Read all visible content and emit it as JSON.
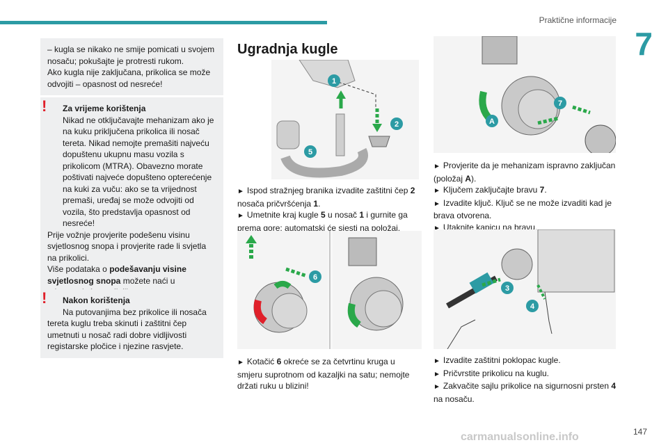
{
  "header": {
    "section_title": "Praktične informacije",
    "chapter_number": "7"
  },
  "left_column": {
    "box1": {
      "line1": "– kugla se nikako ne smije pomicati u svojem nosaču; pokušajte je protresti rukom.",
      "line2": "Ako kugla nije zaključana, prikolica se može odvojiti – opasnost od nesreće!"
    },
    "box2": {
      "title": "Za vrijeme korištenja",
      "body1": "Nikad ne otključavajte mehanizam ako je na kuku priključena prikolica ili nosač tereta. Nikad nemojte premašiti najveću dopuštenu ukupnu masu vozila s prikolicom (MTRA). Obavezno morate poštivati najveće dopušteno opterećenje na kuki za vuču: ako se ta vrijednost premaši, uređaj se može odvojiti od vozila, što predstavlja opasnost od nesreće!",
      "body2": "Prije vožnje provjerite podešenu visinu svjetlosnog snopa i provjerite rade li svjetla na prikolici.",
      "body3_pre": "Više podataka o ",
      "body3_bold": "podešavanju visine svjetlosnog snopa",
      "body3_post": " možete naći u odgovarajućem odjeljku."
    },
    "box3": {
      "title": "Nakon korištenja",
      "body": "Na putovanjima bez prikolice ili nosača tereta kuglu treba skinuti i zaštitni čep umetnuti u nosač radi dobre vidljivosti registarske pločice i njezine rasvjete."
    }
  },
  "middle_column": {
    "heading": "Ugradnja kugle",
    "callouts_top": [
      "1",
      "2",
      "5"
    ],
    "para1": {
      "b1_pre": "Ispod stražnjeg branika izvadite zaštitni čep ",
      "b1_bold": "2",
      "b1_post": " nosača pričvršćenja ",
      "b1_bold2": "1",
      "b1_end": ".",
      "b2_pre": "Umetnite kraj kugle ",
      "b2_bold": "5",
      "b2_mid": " u nosač ",
      "b2_bold2": "1",
      "b2_post": " i gurnite ga prema gore; automatski će sjesti na položaj."
    },
    "callout_6": "6",
    "para2": {
      "pre": "Kotačić ",
      "bold": "6",
      "post": " okreće se za četvrtinu kruga u smjeru suprotnom od kazaljki na satu; nemojte držati ruku u blizini!"
    }
  },
  "right_column": {
    "callouts_top": [
      "7",
      "A"
    ],
    "para1": {
      "b1": "Provjerite da je mehanizam ispravno zaključan (položaj ",
      "b1_bold": "A",
      "b1_end": ").",
      "b2": "Ključem zaključajte bravu ",
      "b2_bold": "7",
      "b2_end": ".",
      "b3": "Izvadite ključ. Ključ se ne može izvaditi kad je brava otvorena.",
      "b4": "Utaknite kapicu na bravu."
    },
    "callouts_bottom": [
      "3",
      "4"
    ],
    "para2": {
      "b1": "Izvadite zaštitni poklopac kugle.",
      "b2": "Pričvrstite prikolicu na kuglu.",
      "b3": "Zakvačite sajlu prikolice na sigurnosni prsten ",
      "b3_bold": "4",
      "b3_end": " na nosaču."
    }
  },
  "footer": {
    "page_number": "147",
    "watermark": "carmanualsonline.info"
  },
  "colors": {
    "accent": "#2c9ba4",
    "warning": "#e0202a",
    "box_bg": "#eeeff0",
    "green": "#2aa84a"
  },
  "bullet_glyph": "►"
}
